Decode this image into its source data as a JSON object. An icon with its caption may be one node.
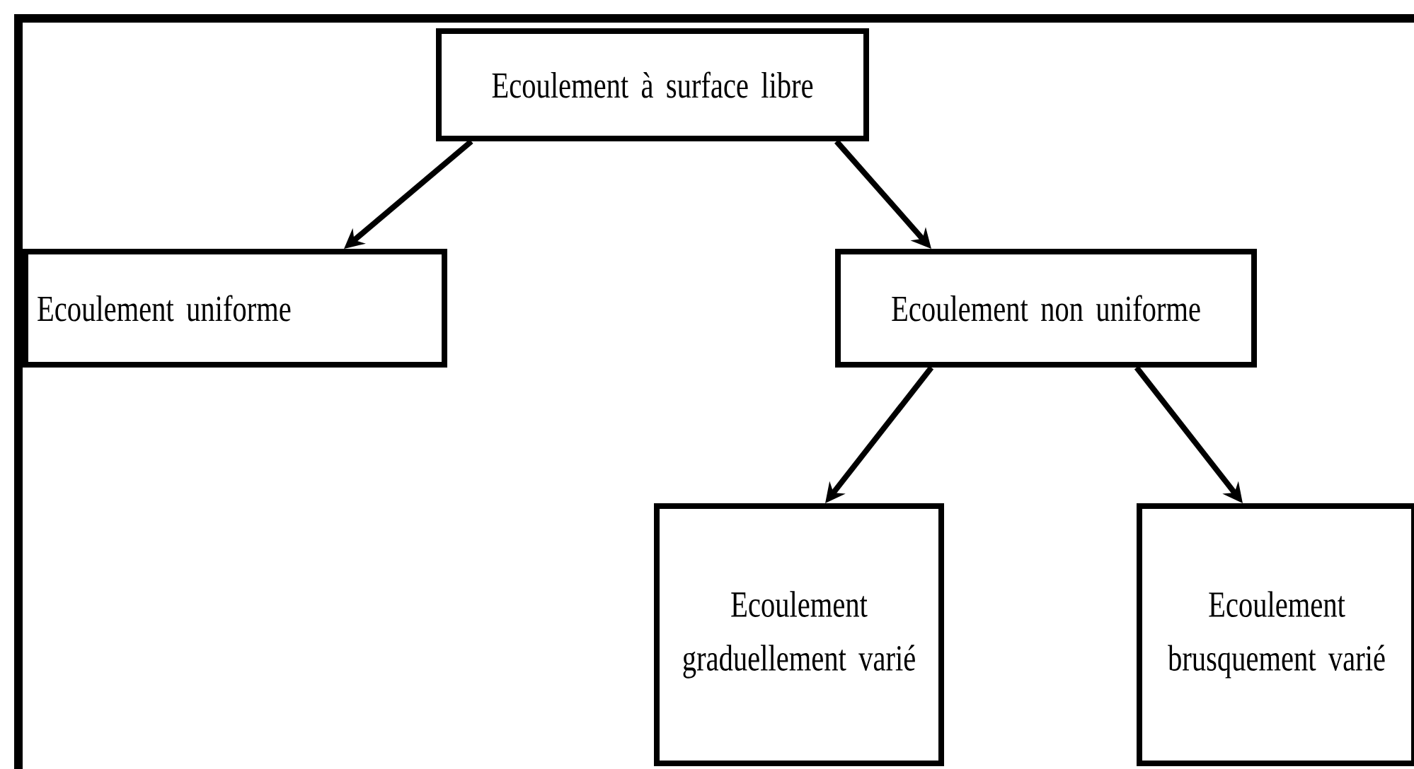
{
  "diagram": {
    "nodes": [
      {
        "text": [
          "Ecoulement à surface libre"
        ]
      },
      {
        "text": [
          "Ecoulement uniforme"
        ]
      },
      {
        "text": [
          "Ecoulement non uniforme"
        ]
      },
      {
        "text": [
          "Ecoulement graduellement varié"
        ]
      },
      {
        "text": [
          "Ecoulement brusquement varié"
        ]
      }
    ],
    "edges": [
      {
        "from": 0,
        "to": 1,
        "arrow": "to"
      },
      {
        "from": 0,
        "to": 2,
        "arrow": "to"
      },
      {
        "from": 2,
        "to": 3,
        "arrow": "to"
      },
      {
        "from": 2,
        "to": 4,
        "arrow": "to"
      }
    ]
  }
}
